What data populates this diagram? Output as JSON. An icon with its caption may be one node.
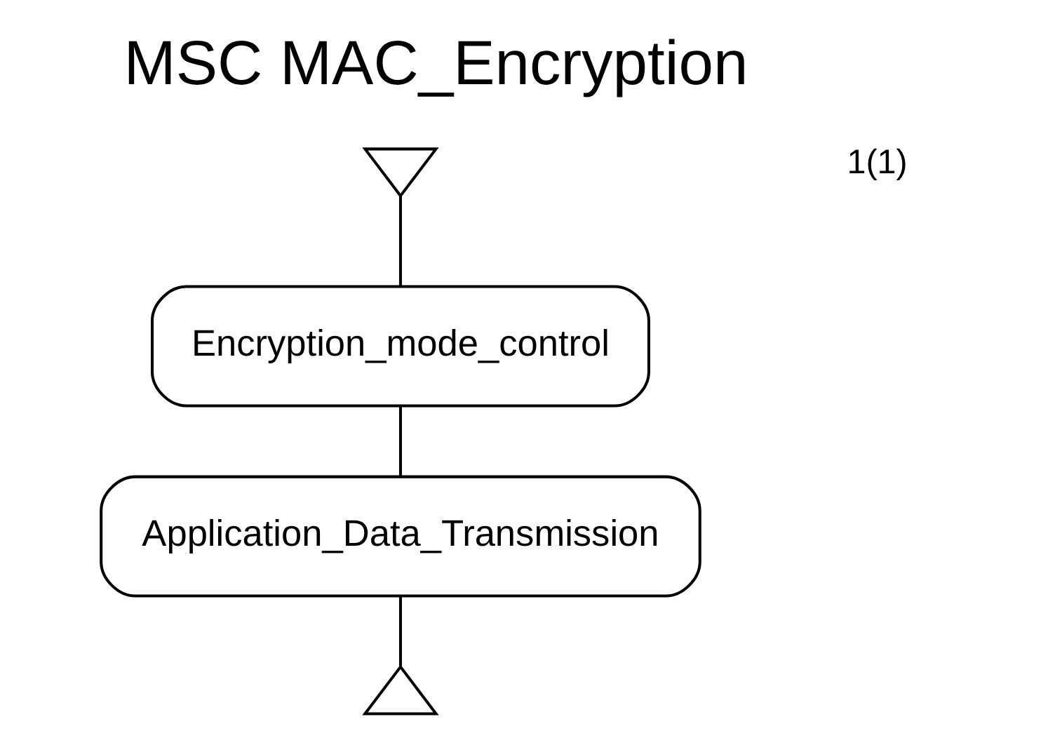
{
  "diagram": {
    "title": "MSC MAC_Encryption",
    "nodes": [
      {
        "text": [],
        "shape": "triangle"
      },
      {
        "text": [
          "Encryption_mode_control"
        ]
      },
      {
        "text": [
          "Application_Data_Transmission"
        ]
      },
      {
        "text": [],
        "shape": "triangle"
      }
    ],
    "edges": [
      {
        "from": 0,
        "to": 1,
        "arrow": "none"
      },
      {
        "from": 1,
        "to": 2,
        "arrow": "none"
      },
      {
        "from": 2,
        "to": 3,
        "arrow": "none"
      }
    ],
    "labels": [
      "1(1)"
    ]
  }
}
